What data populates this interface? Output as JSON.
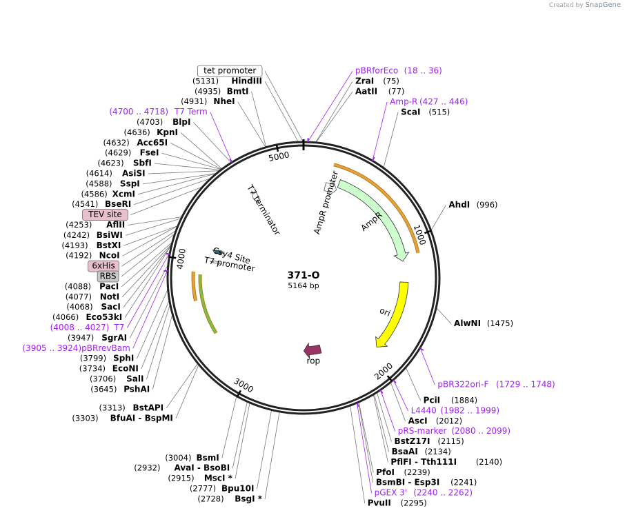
{
  "brand": {
    "created_by": "Created by",
    "app": "SnapGene"
  },
  "plasmid": {
    "name": "371-O",
    "size_label": "5164 bp",
    "length": 5164
  },
  "ticks": [
    {
      "bp": 1000,
      "label": "1000"
    },
    {
      "bp": 2000,
      "label": "2000"
    },
    {
      "bp": 3000,
      "label": "3000"
    },
    {
      "bp": 4000,
      "label": "4000"
    },
    {
      "bp": 5000,
      "label": "5000"
    }
  ],
  "sites": [
    {
      "name": "ZraI",
      "pos": "(75)",
      "bp": 75,
      "side": "right"
    },
    {
      "name": "AatII",
      "pos": "(77)",
      "bp": 77,
      "side": "right"
    },
    {
      "name": "ScaI",
      "pos": "(515)",
      "bp": 515,
      "side": "right"
    },
    {
      "name": "AhdI",
      "pos": "(996)",
      "bp": 996,
      "side": "right"
    },
    {
      "name": "AlwNI",
      "pos": "(1475)",
      "bp": 1475,
      "side": "right"
    },
    {
      "name": "PciI",
      "pos": "(1884)",
      "bp": 1884,
      "side": "right"
    },
    {
      "name": "AscI",
      "pos": "(2012)",
      "bp": 2012,
      "side": "right"
    },
    {
      "name": "BstZ17I",
      "pos": "(2115)",
      "bp": 2115,
      "side": "right"
    },
    {
      "name": "BsaAI",
      "pos": "(2134)",
      "bp": 2134,
      "side": "right"
    },
    {
      "name": "PflFI - Tth111I",
      "pos": "(2140)",
      "bp": 2140,
      "side": "right"
    },
    {
      "name": "PfoI",
      "pos": "(2239)",
      "bp": 2239,
      "side": "right"
    },
    {
      "name": "BsmBI - Esp3I",
      "pos": "(2241)",
      "bp": 2241,
      "side": "right"
    },
    {
      "name": "PvuII",
      "pos": "(2295)",
      "bp": 2295,
      "side": "right"
    },
    {
      "name": "BsgI *",
      "pos": "(2728)",
      "bp": 2728,
      "side": "left"
    },
    {
      "name": "Bpu10I",
      "pos": "(2777)",
      "bp": 2777,
      "side": "left"
    },
    {
      "name": "MscI *",
      "pos": "(2915)",
      "bp": 2915,
      "side": "left"
    },
    {
      "name": "AvaI - BsoBI",
      "pos": "(2932)",
      "bp": 2932,
      "side": "left"
    },
    {
      "name": "BsmI",
      "pos": "(3004)",
      "bp": 3004,
      "side": "left"
    },
    {
      "name": "BfuAI - BspMI",
      "pos": "(3303)",
      "bp": 3303,
      "side": "left"
    },
    {
      "name": "BstAPI",
      "pos": "(3313)",
      "bp": 3313,
      "side": "left"
    },
    {
      "name": "PshAI",
      "pos": "(3645)",
      "bp": 3645,
      "side": "left"
    },
    {
      "name": "SalI",
      "pos": "(3706)",
      "bp": 3706,
      "side": "left"
    },
    {
      "name": "EcoNI",
      "pos": "(3734)",
      "bp": 3734,
      "side": "left"
    },
    {
      "name": "SphI",
      "pos": "(3799)",
      "bp": 3799,
      "side": "left"
    },
    {
      "name": "SgrAI",
      "pos": "(3947)",
      "bp": 3947,
      "side": "left"
    },
    {
      "name": "Eco53kI",
      "pos": "(4066)",
      "bp": 4066,
      "side": "left"
    },
    {
      "name": "SacI",
      "pos": "(4068)",
      "bp": 4068,
      "side": "left"
    },
    {
      "name": "NotI",
      "pos": "(4077)",
      "bp": 4077,
      "side": "left"
    },
    {
      "name": "PacI",
      "pos": "(4088)",
      "bp": 4088,
      "side": "left"
    },
    {
      "name": "NcoI",
      "pos": "(4192)",
      "bp": 4192,
      "side": "left"
    },
    {
      "name": "BstXI",
      "pos": "(4193)",
      "bp": 4193,
      "side": "left"
    },
    {
      "name": "BsiWI",
      "pos": "(4242)",
      "bp": 4242,
      "side": "left"
    },
    {
      "name": "AflII",
      "pos": "(4253)",
      "bp": 4253,
      "side": "left"
    },
    {
      "name": "BseRI",
      "pos": "(4541)",
      "bp": 4541,
      "side": "left"
    },
    {
      "name": "XcmI",
      "pos": "(4586)",
      "bp": 4586,
      "side": "left"
    },
    {
      "name": "SspI",
      "pos": "(4588)",
      "bp": 4588,
      "side": "left"
    },
    {
      "name": "AsiSI",
      "pos": "(4614)",
      "bp": 4614,
      "side": "left"
    },
    {
      "name": "SbfI",
      "pos": "(4623)",
      "bp": 4623,
      "side": "left"
    },
    {
      "name": "FseI",
      "pos": "(4629)",
      "bp": 4629,
      "side": "left"
    },
    {
      "name": "Acc65I",
      "pos": "(4632)",
      "bp": 4632,
      "side": "left"
    },
    {
      "name": "KpnI",
      "pos": "(4636)",
      "bp": 4636,
      "side": "left"
    },
    {
      "name": "BlpI",
      "pos": "(4703)",
      "bp": 4703,
      "side": "left"
    },
    {
      "name": "NheI",
      "pos": "(4931)",
      "bp": 4931,
      "side": "left"
    },
    {
      "name": "BmtI",
      "pos": "(4935)",
      "bp": 4935,
      "side": "left"
    },
    {
      "name": "HindIII",
      "pos": "(5131)",
      "bp": 5131,
      "side": "left"
    }
  ],
  "primers": [
    {
      "name": "pBRforEco",
      "range": "(18 .. 36)",
      "bp": 27,
      "side": "right"
    },
    {
      "name": "Amp-R",
      "range": "(427 .. 446)",
      "bp": 436,
      "side": "right"
    },
    {
      "name": "pBR322ori-F",
      "range": "(1729 .. 1748)",
      "bp": 1738,
      "side": "right"
    },
    {
      "name": "L4440",
      "range": "(1982 .. 1999)",
      "bp": 1990,
      "side": "right"
    },
    {
      "name": "pRS-marker",
      "range": "(2080 .. 2099)",
      "bp": 2089,
      "side": "right"
    },
    {
      "name": "pGEX 3'",
      "range": "(2240 .. 2262)",
      "bp": 2251,
      "side": "right"
    },
    {
      "name": "pBRrevBam",
      "range": "(3905 .. 3924)",
      "bp": 3914,
      "side": "left"
    },
    {
      "name": "T7",
      "range": "(4008 .. 4027)",
      "bp": 4017,
      "side": "left"
    },
    {
      "name": "T7 Term",
      "range": "(4700 .. 4718)",
      "bp": 4709,
      "side": "left"
    }
  ],
  "boxed_features": [
    {
      "name": "tet promoter",
      "bp": 5160,
      "fill": "#ffffff"
    },
    {
      "name": "TEV site",
      "bp": 4470,
      "fill": "#e8c0cc"
    },
    {
      "name": "6xHis",
      "bp": 4160,
      "fill": "#e8c0cc"
    },
    {
      "name": "RBS",
      "bp": 4140,
      "fill": "#c8c8c8"
    }
  ],
  "features": [
    {
      "name": "AmpR promoter",
      "start": 190,
      "end": 294,
      "color": "#ffffff",
      "dir": 1,
      "label": "AmpR promoter"
    },
    {
      "name": "AmpR",
      "start": 295,
      "end": 1155,
      "color": "#ccffcc",
      "dir": 1,
      "label": "AmpR"
    },
    {
      "name": "ori",
      "start": 1326,
      "end": 1914,
      "color": "#ffff00",
      "dir": 1,
      "label": "ori"
    },
    {
      "name": "rop",
      "start": 2390,
      "end": 2580,
      "color": "#993366",
      "dir": 1,
      "label": "rop"
    },
    {
      "name": "T7 promoter",
      "start": 4008,
      "end": 4027,
      "color": "#ffffff",
      "dir": -1,
      "label": "T7 promoter"
    },
    {
      "name": "Csy4 Site",
      "start": 4100,
      "end": 4130,
      "color": "#1a6b7a",
      "dir": 1,
      "label": "Csy4 Site"
    },
    {
      "name": "T7 terminator",
      "start": 4700,
      "end": 4748,
      "color": "#ffffff",
      "dir": -1,
      "label": "T7 terminator"
    }
  ],
  "arcs": [
    {
      "name": "AmpR-orange",
      "start": 215,
      "end": 1115,
      "color": "#e8a23a"
    },
    {
      "name": "lacI-green",
      "start": 3410,
      "end": 3900,
      "color": "#7bc142"
    },
    {
      "name": "left-orange",
      "start": 3700,
      "end": 3920,
      "color": "#e8a23a"
    }
  ]
}
